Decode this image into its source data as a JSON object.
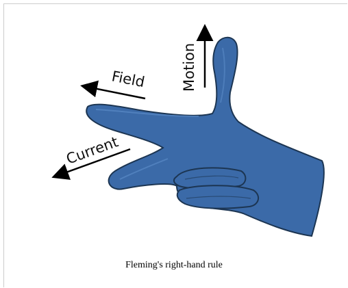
{
  "figure": {
    "labels": {
      "field": "Field",
      "current": "Current",
      "motion": "Motion"
    },
    "caption": "Fleming's right-hand rule",
    "colors": {
      "hand_fill": "#3b6aa8",
      "hand_stroke": "#1c3552",
      "hand_highlight": "#5a8ac6",
      "arrow": "#000000",
      "frame_border": "#cccccc"
    }
  }
}
